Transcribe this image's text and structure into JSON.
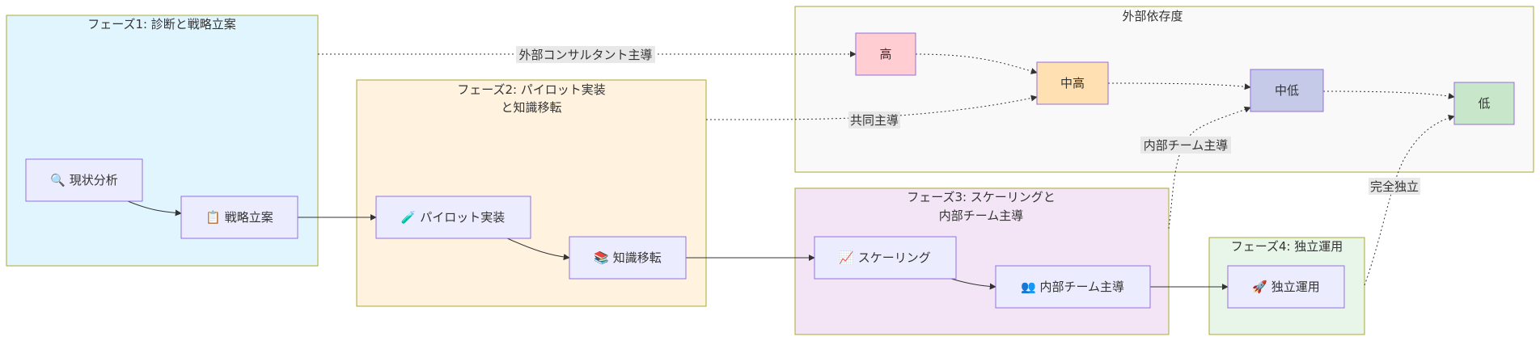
{
  "clusters": {
    "phase1": {
      "title": "フェーズ1: 診断と戦略立案",
      "fill": "#e1f5fe"
    },
    "phase2": {
      "title_line1": "フェーズ2: パイロット実装",
      "title_line2": "と知識移転",
      "fill": "#fff3e0"
    },
    "phase3": {
      "title_line1": "フェーズ3: スケーリングと",
      "title_line2": "内部チーム主導",
      "fill": "#f3e5f5"
    },
    "phase4": {
      "title": "フェーズ4: 独立運用",
      "fill": "#e8f5e9"
    },
    "dependency": {
      "title": "外部依存度",
      "fill": "#f9f9f9"
    }
  },
  "nodes": {
    "analysis": {
      "label": "🔍 現状分析"
    },
    "strategy": {
      "label": "📋 戦略立案"
    },
    "pilot": {
      "label": "🧪 パイロット実装"
    },
    "knowledge": {
      "label": "📚 知識移転"
    },
    "scaling": {
      "label": "📈 スケーリング"
    },
    "internal": {
      "label": "👥 内部チーム主導"
    },
    "independent": {
      "label": "🚀 独立運用"
    },
    "high": {
      "label": "高",
      "fill": "#ffcdd2"
    },
    "mid_high": {
      "label": "中高",
      "fill": "#ffe0b2"
    },
    "mid_low": {
      "label": "中低",
      "fill": "#c5cae9"
    },
    "low": {
      "label": "低",
      "fill": "#c8e6c9"
    }
  },
  "edge_labels": {
    "consultant": "外部コンサルタント主導",
    "joint": "共同主導",
    "internal_team": "内部チーム主導",
    "fully_independent": "完全独立"
  },
  "colors": {
    "node_fill": "#ececff",
    "node_stroke": "#9370db",
    "cluster_stroke": "#aaaa33",
    "edge": "#333333",
    "edge_label_bg": "#e8e8e8"
  }
}
